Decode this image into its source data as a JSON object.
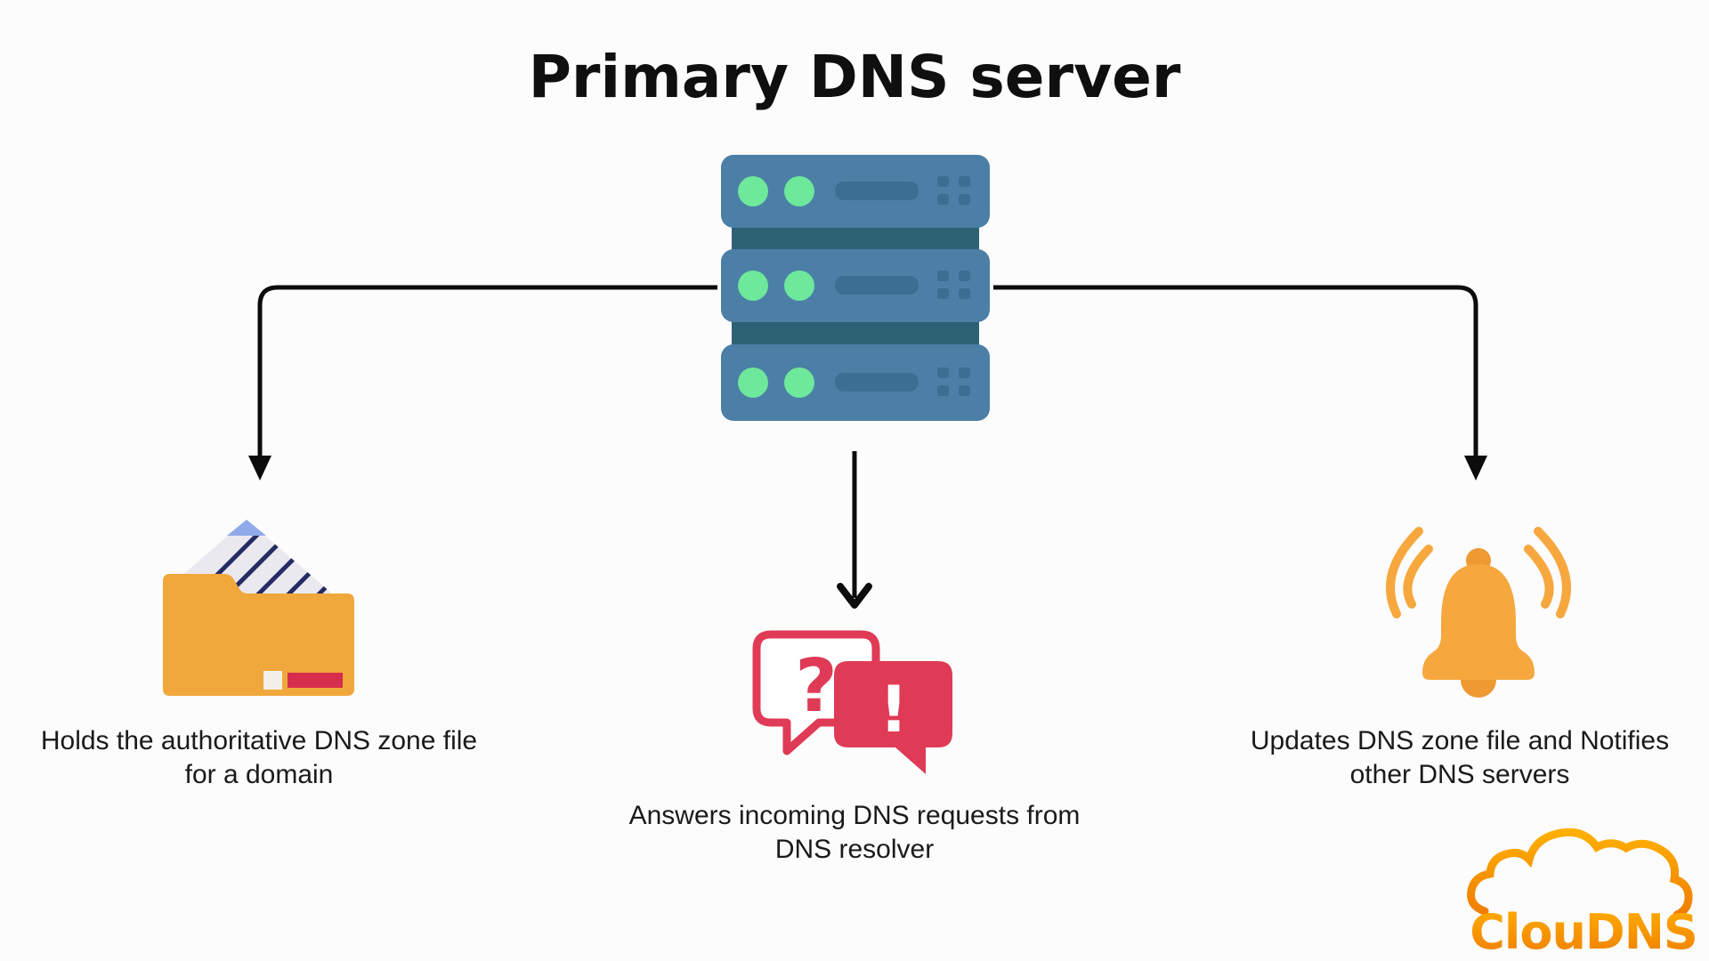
{
  "title": "Primary DNS server",
  "background": "#fcfcfc",
  "colors": {
    "text": "#1a1a1a",
    "arrow": "#0c0c0c",
    "server_body": "#4b7fa6",
    "server_band": "#2d6275",
    "server_slot": "#3b6e92",
    "server_led": "#6ee89b",
    "folder_orange": "#f0a73b",
    "folder_red_bar": "#d62d4d",
    "paper_gray": "#e9e9ef",
    "paper_fold_blue": "#8fa9e9",
    "paper_line_navy": "#252c63",
    "chat_red": "#df3b56",
    "bell_orange": "#f6a73e",
    "bell_dark_orange": "#ee9931",
    "logo_orange_light": "#ffaf00",
    "logo_orange_dark": "#ef7d00"
  },
  "server": {
    "icon": "dns-server-rack-icon",
    "units": 3
  },
  "branches": [
    {
      "id": "zone-file",
      "icon": "zone-file-folder-icon",
      "lines": [
        "Holds the authoritative DNS zone file",
        "for a domain"
      ]
    },
    {
      "id": "dns-requests",
      "icon": "dns-request-chat-icon",
      "glyphs": {
        "question": "?",
        "exclamation": "!"
      },
      "lines": [
        "Answers incoming DNS requests from",
        "DNS resolver"
      ]
    },
    {
      "id": "notify",
      "icon": "notification-bell-icon",
      "lines": [
        "Updates DNS zone file and Notifies",
        "other DNS servers"
      ]
    }
  ],
  "logo": {
    "text": "ClouDNS"
  }
}
